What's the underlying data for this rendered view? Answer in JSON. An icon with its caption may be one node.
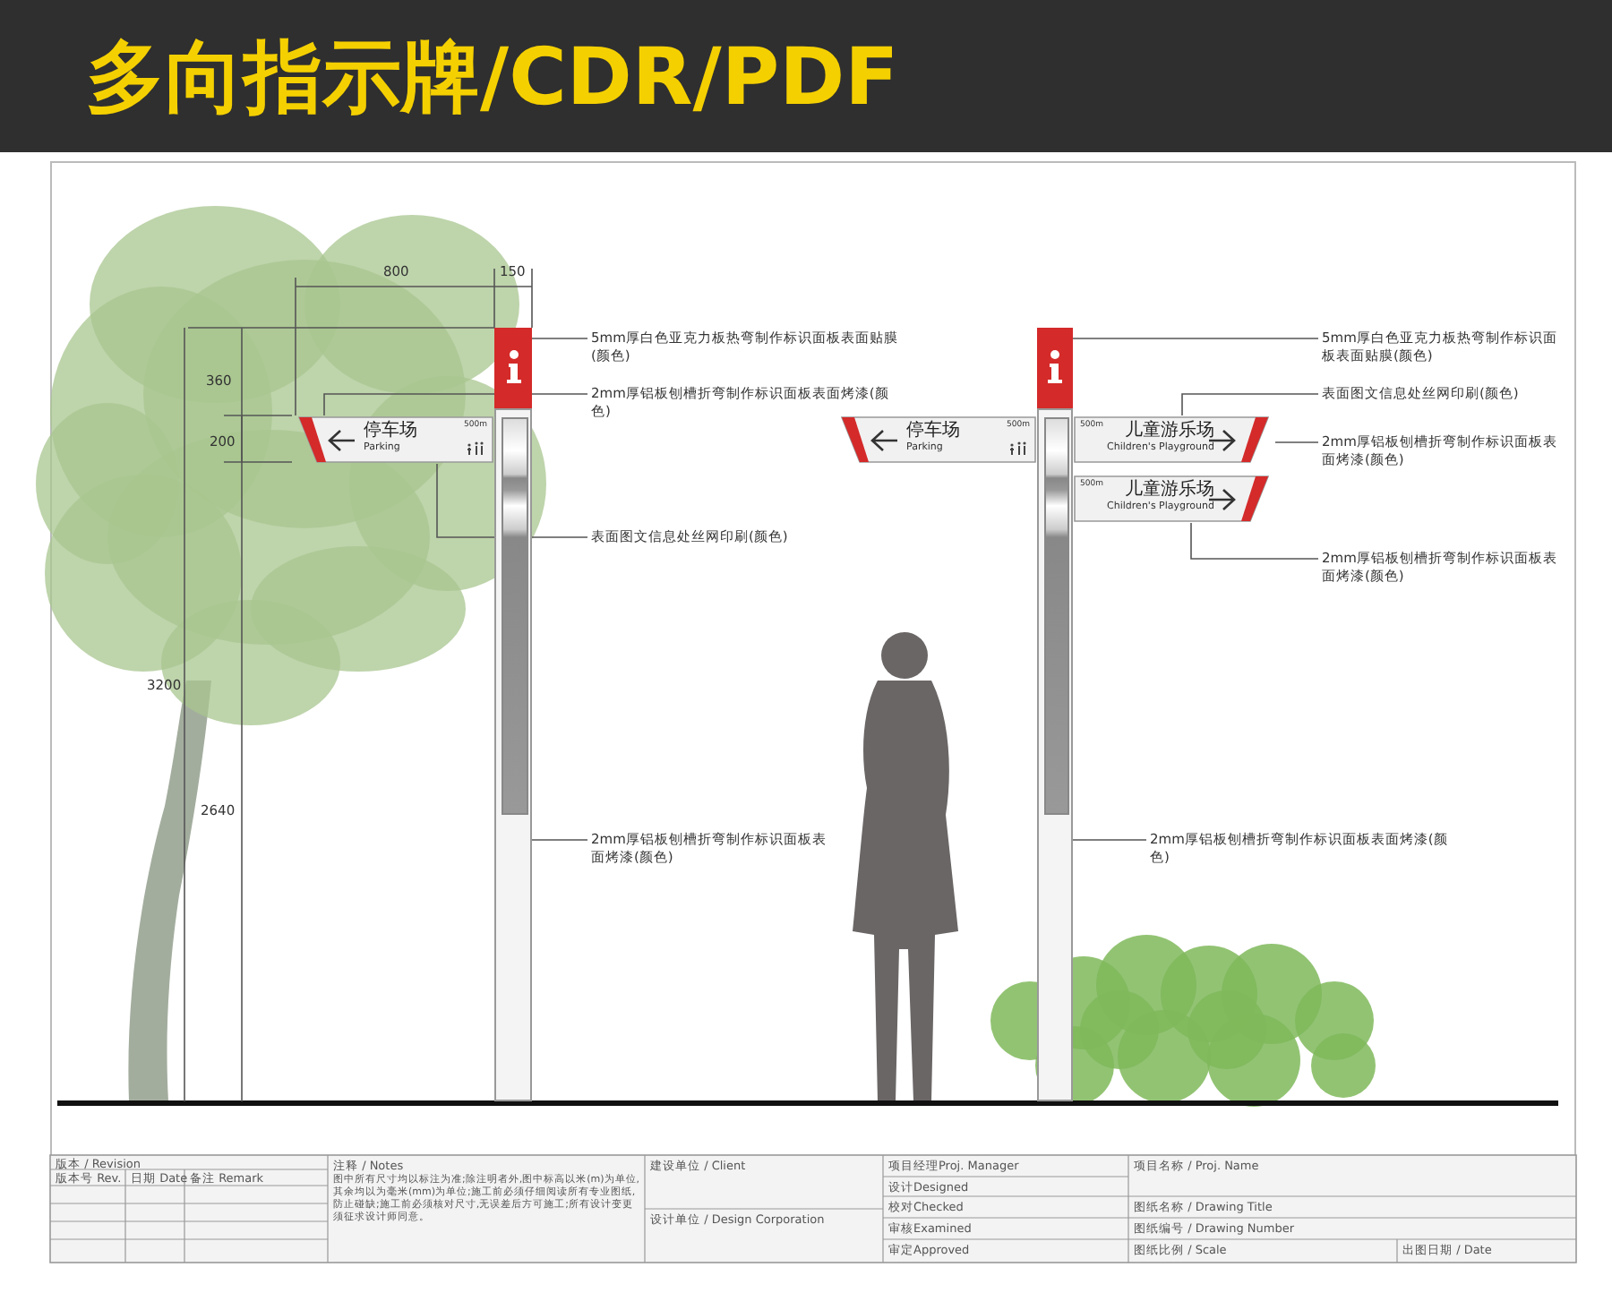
{
  "diagram": {
    "title": "多向指示牌/CDR/PDF",
    "nodes": [
      {
        "text": [],
        "shape": "box"
      },
      {
        "text": [
          "停车场",
          "Parking",
          "500m"
        ]
      },
      {
        "text": [],
        "shape": "bar"
      },
      {
        "text": [
          "5mm厚白色亚克力板热弯制作标识面板表面贴膜(颜色)"
        ]
      },
      {
        "text": [
          "2mm厚铝板刨槽折弯制作标识面板表面烤漆(颜色)"
        ]
      },
      {
        "text": [
          "表面图文信息处丝网印刷(颜色)"
        ]
      },
      {
        "text": [
          "2mm厚铝板刨槽折弯制作标识面板表面烤漆(颜色)"
        ]
      },
      {
        "text": [],
        "shape": "box"
      },
      {
        "text": [
          "停车场",
          "Parking",
          "500m"
        ]
      },
      {
        "text": [
          "儿童游乐场",
          "Children's Playground",
          "500m"
        ]
      },
      {
        "text": [
          "儿童游乐场",
          "Children's Playground",
          "500m"
        ]
      },
      {
        "text": [],
        "shape": "bar"
      },
      {
        "text": [
          "5mm厚白色亚克力板热弯制作标识面板表面贴膜(颜色)"
        ]
      },
      {
        "text": [
          "表面图文信息处丝网印刷(颜色)"
        ]
      },
      {
        "text": [
          "2mm厚铝板刨槽折弯制作标识面板表面烤漆(颜色)"
        ]
      },
      {
        "text": [
          "2mm厚铝板刨槽折弯制作标识面板表面烤漆(颜色)"
        ]
      },
      {
        "text": [
          "2mm厚铝板刨槽折弯制作标识面板表面烤漆(颜色)"
        ]
      }
    ],
    "edges": [
      {
        "from": 3,
        "to": 0,
        "arrow": "none"
      },
      {
        "from": 4,
        "to": 1,
        "arrow": "none"
      },
      {
        "from": 5,
        "to": 1,
        "arrow": "none"
      },
      {
        "from": 6,
        "to": 2,
        "arrow": "none"
      },
      {
        "from": 12,
        "to": 7,
        "arrow": "none"
      },
      {
        "from": 13,
        "to": 9,
        "arrow": "none"
      },
      {
        "from": 14,
        "to": 9,
        "arrow": "none"
      },
      {
        "from": 15,
        "to": 10,
        "arrow": "none"
      },
      {
        "from": 16,
        "to": 11,
        "arrow": "none"
      }
    ],
    "labels": [
      "800",
      "150",
      "360",
      "200",
      "3200",
      "2640",
      "版本 / Revision",
      "版本号 Rev.",
      "日期 Date",
      "备注 Remark",
      "注释 / Notes",
      "图中所有尺寸均以标注为准;除注明者外,图中标高以米(m)为单位,其余均以为毫米(mm)为单位;施工前必须仔细阅读所有专业图纸,防止碰缺;施工前必须核对尺寸,无误差后方可施工;所有设计变更须征求设计师同意。",
      "建设单位 / Client",
      "设计单位 / Design Corporation",
      "项目经理Proj. Manager",
      "设计Designed",
      "校对Checked",
      "审核Examined",
      "审定Approved",
      "项目名称 / Proj. Name",
      "图纸名称 / Drawing Title",
      "图纸编号 / Drawing Number",
      "图纸比例 / Scale",
      "出图日期 / Date"
    ]
  }
}
